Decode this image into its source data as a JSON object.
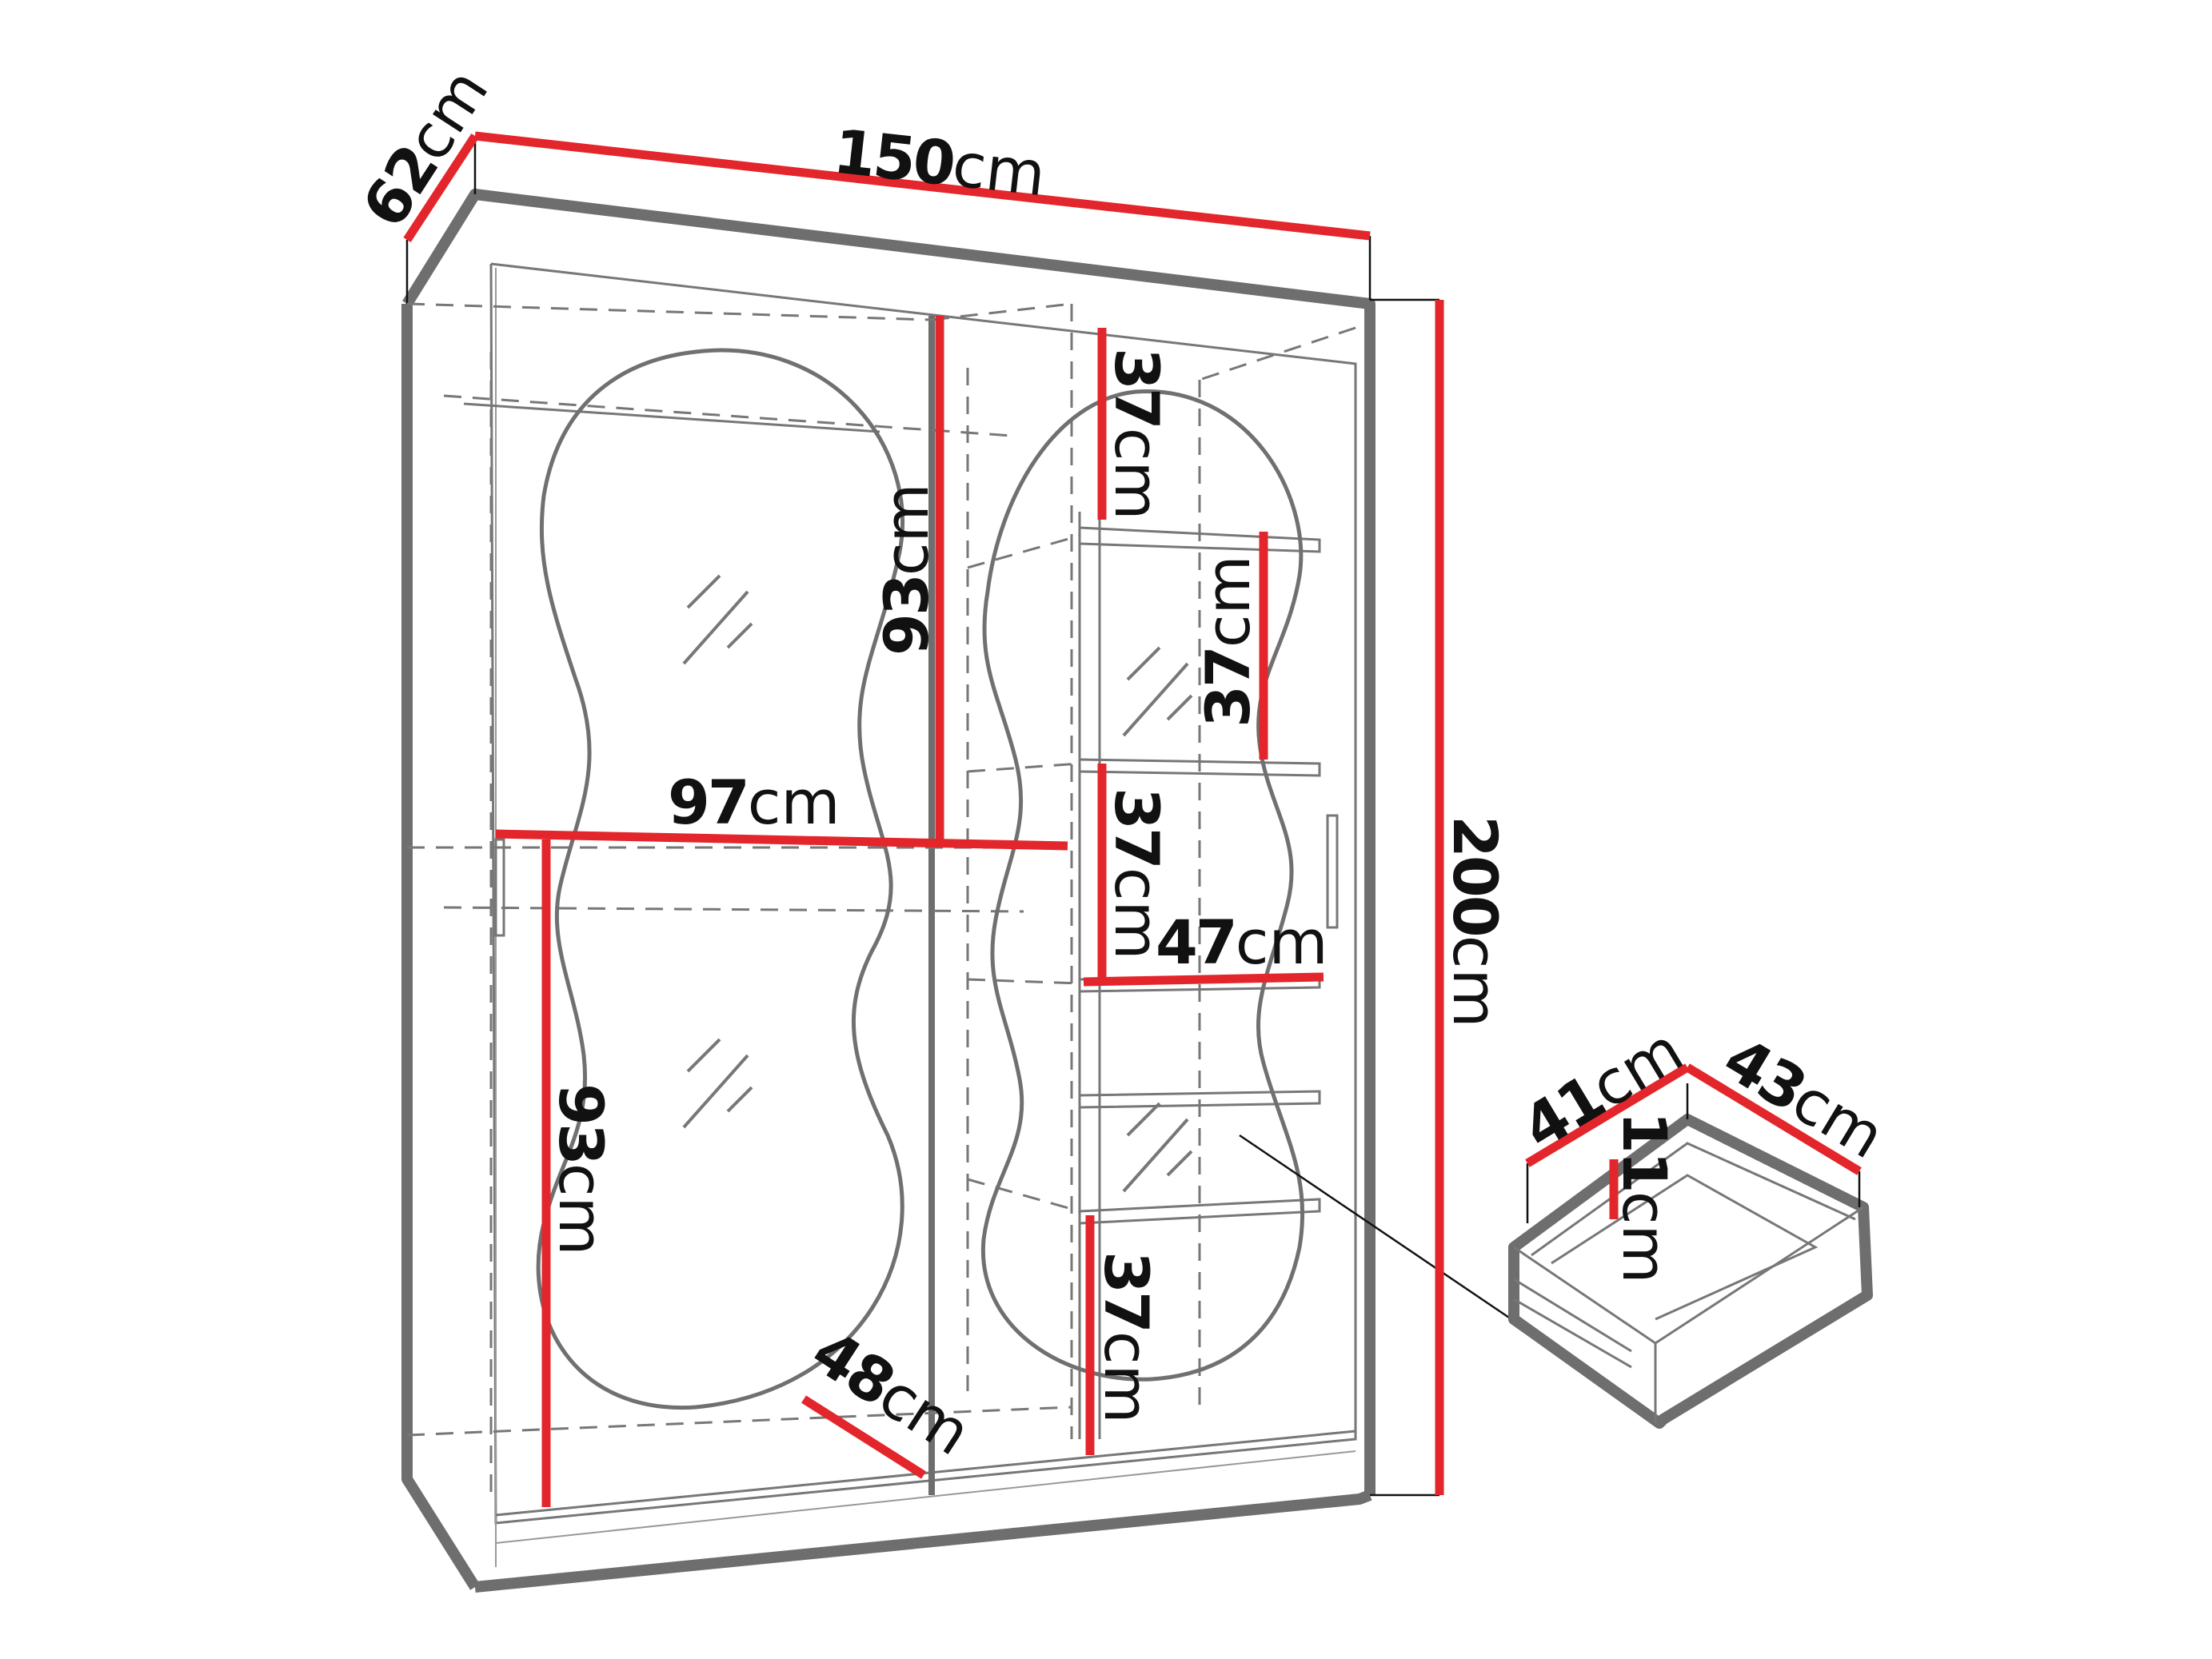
{
  "diagram": {
    "subject": "Sliding-door wardrobe with wavy mirrors and internal drawer",
    "colors": {
      "dimension_line": "#e3262b",
      "outline": "#6e6e6e",
      "text": "#111111",
      "background": "#ffffff"
    },
    "wardrobe": {
      "width": {
        "value": "150",
        "unit": "cm"
      },
      "depth": {
        "value": "62",
        "unit": "cm"
      },
      "height": {
        "value": "200",
        "unit": "cm"
      },
      "left_compartment": {
        "hanging_rail_width": {
          "value": "97",
          "unit": "cm"
        },
        "upper_height": {
          "value": "93",
          "unit": "cm"
        },
        "lower_height": {
          "value": "93",
          "unit": "cm"
        },
        "bottom_depth": {
          "value": "48",
          "unit": "cm"
        }
      },
      "right_shelves": {
        "shelf_width": {
          "value": "47",
          "unit": "cm"
        },
        "gaps": [
          {
            "value": "37",
            "unit": "cm"
          },
          {
            "value": "37",
            "unit": "cm"
          },
          {
            "value": "37",
            "unit": "cm"
          },
          {
            "value": "37",
            "unit": "cm"
          }
        ]
      }
    },
    "drawer": {
      "width": {
        "value": "41",
        "unit": "cm"
      },
      "depth": {
        "value": "43",
        "unit": "cm"
      },
      "height": {
        "value": "11",
        "unit": "cm"
      }
    }
  }
}
